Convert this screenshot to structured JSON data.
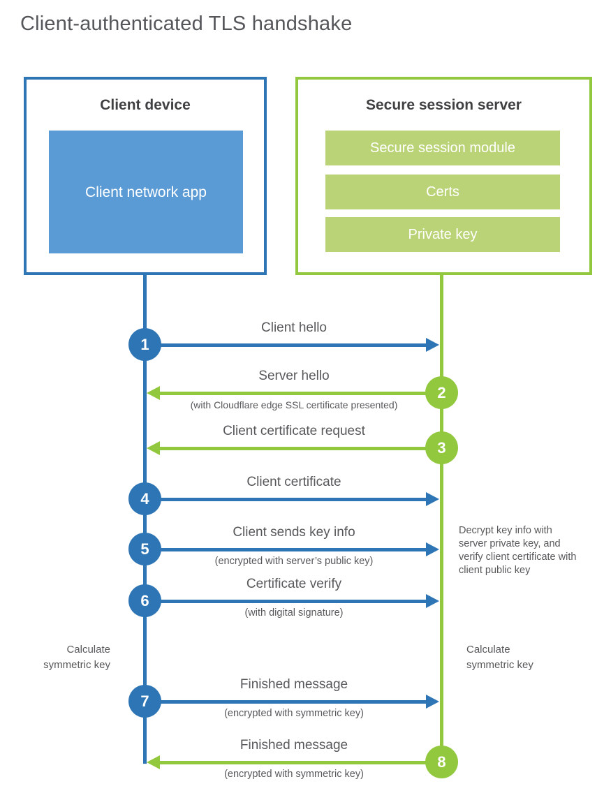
{
  "title": "Client-authenticated TLS handshake",
  "colors": {
    "client_blue": "#2e75b6",
    "client_fill_blue": "#5b9bd5",
    "server_green": "#92c83d",
    "server_fill_green": "#bad377",
    "heading_text": "#3f4041",
    "label_text": "#57585a"
  },
  "client_box": {
    "title": "Client device",
    "app_label": "Client network app"
  },
  "server_box": {
    "title": "Secure session server",
    "modules": [
      {
        "label": "Secure session module"
      },
      {
        "label": "Certs"
      },
      {
        "label": "Private key"
      }
    ]
  },
  "messages": [
    {
      "num": "1",
      "from": "client",
      "direction": "right",
      "label": "Client hello",
      "sublabel": ""
    },
    {
      "num": "2",
      "from": "server",
      "direction": "left",
      "label": "Server hello",
      "sublabel": "(with Cloudflare edge SSL certificate presented)"
    },
    {
      "num": "3",
      "from": "server",
      "direction": "left",
      "label": "Client certificate request",
      "sublabel": ""
    },
    {
      "num": "4",
      "from": "client",
      "direction": "right",
      "label": "Client certificate",
      "sublabel": ""
    },
    {
      "num": "5",
      "from": "client",
      "direction": "right",
      "label": "Client sends key info",
      "sublabel": "(encrypted with server’s public key)"
    },
    {
      "num": "6",
      "from": "client",
      "direction": "right",
      "label": "Certificate verify",
      "sublabel": "(with digital signature)"
    },
    {
      "num": "7",
      "from": "client",
      "direction": "right",
      "label": "Finished message",
      "sublabel": "(encrypted with symmetric key)"
    },
    {
      "num": "8",
      "from": "server",
      "direction": "left",
      "label": "Finished message",
      "sublabel": "(encrypted with symmetric key)"
    }
  ],
  "notes": {
    "decrypt_note": "Decrypt key info with server private key, and verify client certificate with client public key",
    "calculate_left": "Calculate symmetric key",
    "calculate_right": "Calculate symmetric key"
  }
}
